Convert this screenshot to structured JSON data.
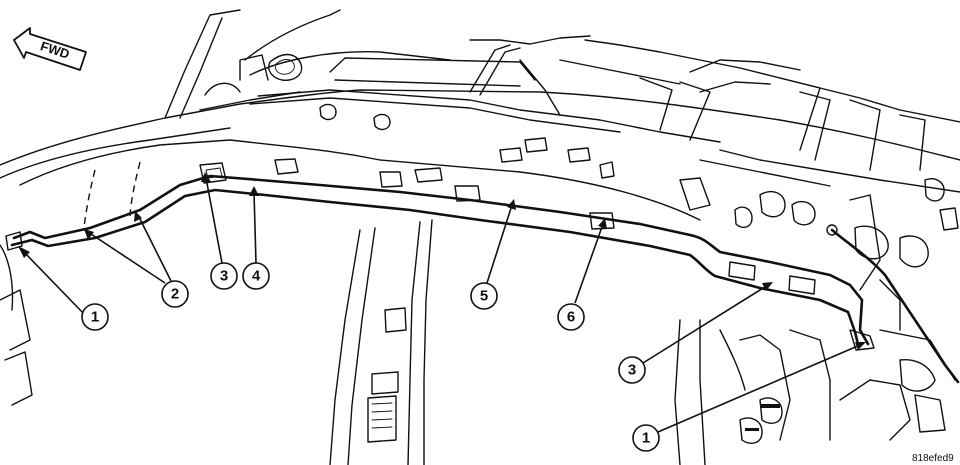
{
  "forward_indicator": {
    "label": "FWD",
    "icon": "arrow-left-icon"
  },
  "callouts": [
    {
      "id": "callout-1-left",
      "number": "1"
    },
    {
      "id": "callout-2",
      "number": "2"
    },
    {
      "id": "callout-3-left",
      "number": "3"
    },
    {
      "id": "callout-4",
      "number": "4"
    },
    {
      "id": "callout-5",
      "number": "5"
    },
    {
      "id": "callout-6",
      "number": "6"
    },
    {
      "id": "callout-3-right",
      "number": "3"
    },
    {
      "id": "callout-1-right",
      "number": "1"
    }
  ],
  "figure_code": "818efed9"
}
